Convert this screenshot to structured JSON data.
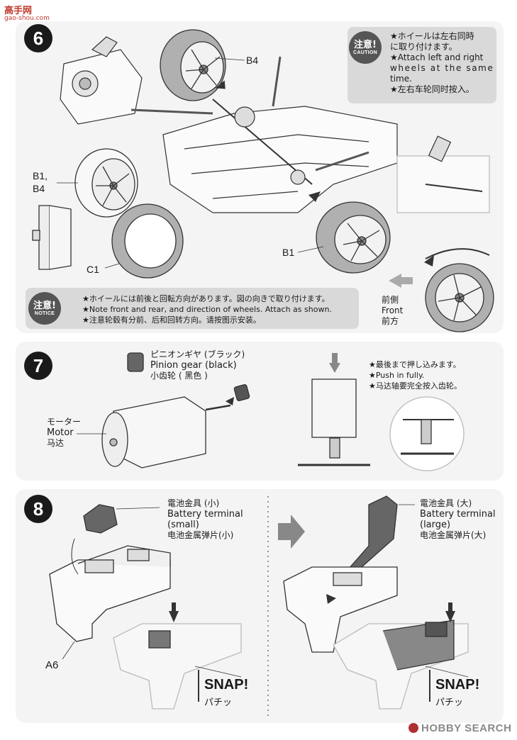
{
  "header": {
    "site_name": "高手网",
    "site_url": "gao-shou.com"
  },
  "step6": {
    "number": "6",
    "caution": {
      "badge_jp": "注意!",
      "badge_en": "CAUTION",
      "lines": [
        "★ホイールは左右同時",
        "に取り付けます。",
        "★Attach left and right",
        "wheels at the same",
        "time.",
        "★左右车轮同时按入。"
      ]
    },
    "labels": {
      "b4": "B4",
      "b1_b4_a": "B1,",
      "b1_b4_b": "B4",
      "c1": "C1",
      "b1": "B1"
    },
    "notice": {
      "badge_jp": "注意!",
      "badge_en": "NOTICE",
      "lines": [
        "★ホイールには前後と回転方向があります。図の向きで取り付けます。",
        "★Note front and rear, and direction of wheels. Attach as shown.",
        "★注意轮毂有分前、后和回转方向。请按图示安装。"
      ],
      "front_jp": "前側",
      "front_en": "Front",
      "front_cn": "前方"
    }
  },
  "step7": {
    "number": "7",
    "pinion": {
      "jp": "ピニオンギヤ (ブラック)",
      "en": "Pinion gear (black)",
      "cn": "小齿轮 ( 黑色 )"
    },
    "motor": {
      "jp": "モーター",
      "en": "Motor",
      "cn": "马达"
    },
    "push": {
      "jp": "★最後まで押し込みます。",
      "en": "★Push in fully.",
      "cn": "★马达轴要完全按入齿轮。"
    }
  },
  "step8": {
    "number": "8",
    "small": {
      "jp": "電池金具 (小)",
      "en1": "Battery terminal",
      "en2": "(small)",
      "cn": "电池金属弹片(小)"
    },
    "large": {
      "jp": "電池金具 (大)",
      "en1": "Battery terminal",
      "en2": "(large)",
      "cn": "电池金属弹片(大)"
    },
    "a6": "A6",
    "snap_en": "SNAP!",
    "snap_jp": "パチッ"
  },
  "watermark": {
    "text": "HOBBY SEARCH"
  }
}
